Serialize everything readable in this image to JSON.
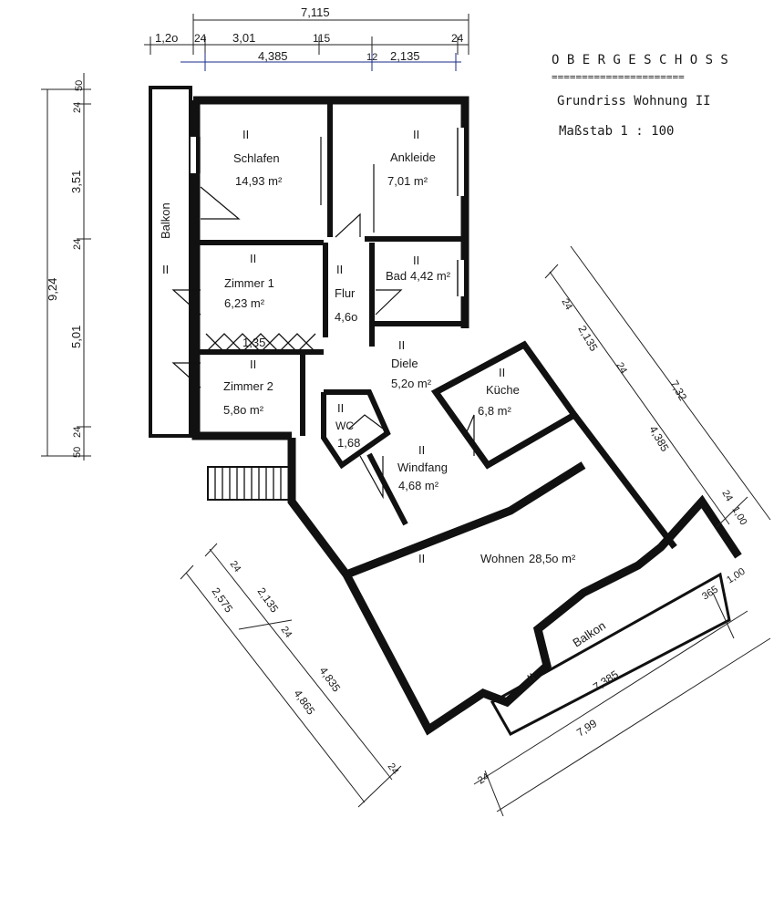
{
  "header": {
    "title": "O B E R G E S C H O S S",
    "underline": "======================",
    "subtitle": "Grundriss  Wohnung II",
    "scale": "Maßstab 1 : 100"
  },
  "rooms": {
    "schlafen": {
      "level": "II",
      "name": "Schlafen",
      "area": "14,93 m²"
    },
    "ankleide": {
      "level": "II",
      "name": "Ankleide",
      "area": "7,01 m²"
    },
    "bad": {
      "level": "II",
      "name": "Bad",
      "area": "4,42 m²"
    },
    "zimmer1": {
      "level": "II",
      "name": "Zimmer 1",
      "area": "6,23 m²"
    },
    "zimmer2": {
      "level": "II",
      "name": "Zimmer 2",
      "area": "5,8o m²"
    },
    "flur": {
      "level": "II",
      "name": "Flur",
      "area": "4,6o"
    },
    "diele": {
      "level": "II",
      "name": "Diele",
      "area": "5,2o m²"
    },
    "kueche": {
      "level": "II",
      "name": "Küche",
      "area": "6,8 m²"
    },
    "wc": {
      "level": "II",
      "name": "WC",
      "area": "1,68"
    },
    "windfang": {
      "level": "II",
      "name": "Windfang",
      "area": "4,68 m²"
    },
    "wohnen": {
      "level": "II",
      "name": "Wohnen",
      "area": "28,5o m²"
    },
    "balkon_west": {
      "level": "II",
      "name": "Balkon"
    },
    "balkon_south": {
      "level": "II",
      "name": "Balkon"
    }
  },
  "dims_top": {
    "overall": "7,115",
    "d1": "1,2o",
    "d2": "24",
    "d3": "3,01",
    "d4": "115",
    "d5": "24",
    "b1": "4,385",
    "b2": "12",
    "b3": "2,135"
  },
  "dims_left": {
    "overall": "9,24",
    "d1": "50",
    "d2": "24",
    "d3": "3,51",
    "d4": "24",
    "d5": "5,01",
    "d6": "24",
    "d7": "50"
  },
  "dims_right": {
    "d1": "24",
    "d2": "2,135",
    "d3": "24",
    "d4": "4,385",
    "d5": "7,32",
    "d6": "24",
    "d7": "1,00"
  },
  "dims_bottom_left": {
    "d1": "24",
    "d2": "2,135",
    "d3": "24",
    "d4": "2,575",
    "d5": "4,835",
    "d6": "4,865",
    "d7": "24"
  },
  "dims_bottom_right": {
    "d1": "365",
    "d2": "1,00",
    "d3": "7,385",
    "d4": "7,99",
    "d5": "24"
  },
  "misc": {
    "zimmer_span": "1,35"
  }
}
